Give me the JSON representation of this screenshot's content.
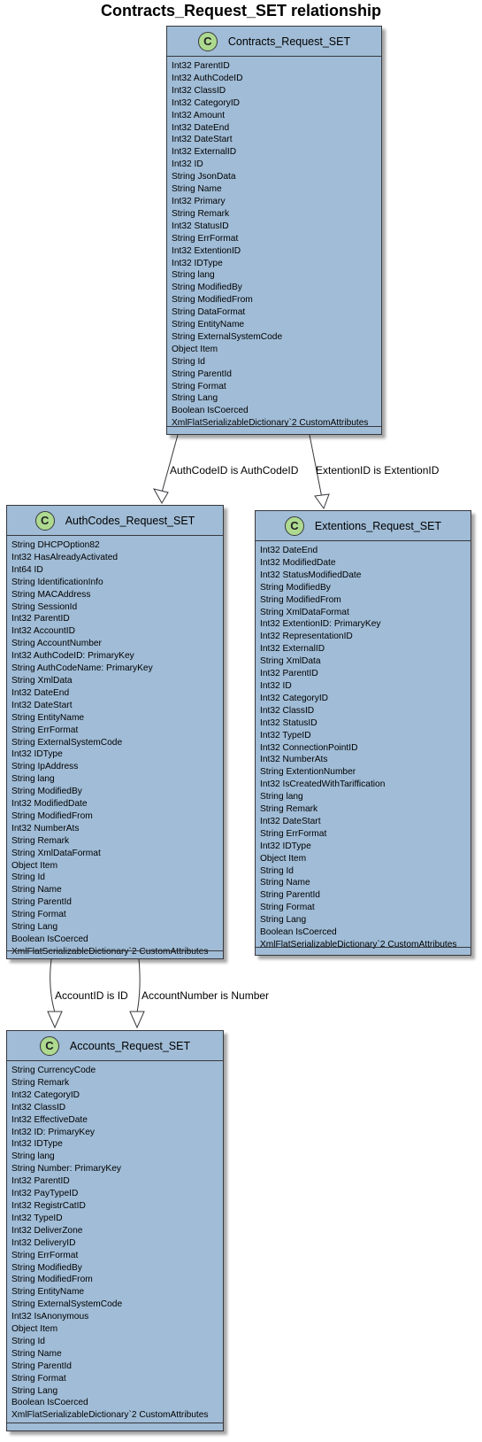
{
  "title": "Contracts_Request_SET relationship",
  "classes": {
    "contracts": {
      "name": "Contracts_Request_SET",
      "attributes": [
        "Int32 ParentID",
        "Int32 AuthCodeID",
        "Int32 ClassID",
        "Int32 CategoryID",
        "Int32 Amount",
        "Int32 DateEnd",
        "Int32 DateStart",
        "Int32 ExternalID",
        "Int32 ID",
        "String JsonData",
        "String Name",
        "Int32 Primary",
        "String Remark",
        "Int32 StatusID",
        "String ErrFormat",
        "Int32 ExtentionID",
        "Int32 IDType",
        "String lang",
        "String ModifiedBy",
        "String ModifiedFrom",
        "String DataFormat",
        "String EntityName",
        "String ExternalSystemCode",
        "Object Item",
        "String Id",
        "String ParentId",
        "String Format",
        "String Lang",
        "Boolean IsCoerced",
        "XmlFlatSerializableDictionary`2 CustomAttributes"
      ]
    },
    "authcodes": {
      "name": "AuthCodes_Request_SET",
      "attributes": [
        "String DHCPOption82",
        "Int32 HasAlreadyActivated",
        "Int64 ID",
        "String IdentificationInfo",
        "String MACAddress",
        "String SessionId",
        "Int32 ParentID",
        "Int32 AccountID",
        "String AccountNumber",
        "Int32 AuthCodeID: PrimaryKey",
        "String AuthCodeName: PrimaryKey",
        "String XmlData",
        "Int32 DateEnd",
        "Int32 DateStart",
        "String EntityName",
        "String ErrFormat",
        "String ExternalSystemCode",
        "Int32 IDType",
        "String IpAddress",
        "String lang",
        "String ModifiedBy",
        "Int32 ModifiedDate",
        "String ModifiedFrom",
        "Int32 NumberAts",
        "String Remark",
        "String XmlDataFormat",
        "Object Item",
        "String Id",
        "String Name",
        "String ParentId",
        "String Format",
        "String Lang",
        "Boolean IsCoerced",
        "XmlFlatSerializableDictionary`2 CustomAttributes"
      ]
    },
    "extentions": {
      "name": "Extentions_Request_SET",
      "attributes": [
        "Int32 DateEnd",
        "Int32 ModifiedDate",
        "Int32 StatusModifiedDate",
        "String ModifiedBy",
        "String ModifiedFrom",
        "String XmlDataFormat",
        "Int32 ExtentionID: PrimaryKey",
        "Int32 RepresentationID",
        "Int32 ExternalID",
        "String XmlData",
        "Int32 ParentID",
        "Int32 ID",
        "Int32 CategoryID",
        "Int32 ClassID",
        "Int32 StatusID",
        "Int32 TypeID",
        "Int32 ConnectionPointID",
        "Int32 NumberAts",
        "String ExtentionNumber",
        "Int32 IsCreatedWithTariffication",
        "String lang",
        "String Remark",
        "Int32 DateStart",
        "String ErrFormat",
        "Int32 IDType",
        "Object Item",
        "String Id",
        "String Name",
        "String ParentId",
        "String Format",
        "String Lang",
        "Boolean IsCoerced",
        "XmlFlatSerializableDictionary`2 CustomAttributes"
      ]
    },
    "accounts": {
      "name": "Accounts_Request_SET",
      "attributes": [
        "String CurrencyCode",
        "String Remark",
        "Int32 CategoryID",
        "Int32 ClassID",
        "Int32 EffectiveDate",
        "Int32 ID: PrimaryKey",
        "Int32 IDType",
        "String lang",
        "String Number: PrimaryKey",
        "Int32 ParentID",
        "Int32 PayTypeID",
        "Int32 RegistrCatID",
        "Int32 TypeID",
        "Int32 DeliverZone",
        "Int32 DeliveryID",
        "String ErrFormat",
        "String ModifiedBy",
        "String ModifiedFrom",
        "String EntityName",
        "String ExternalSystemCode",
        "Int32 IsAnonymous",
        "Object Item",
        "String Id",
        "String Name",
        "String ParentId",
        "String Format",
        "String Lang",
        "Boolean IsCoerced",
        "XmlFlatSerializableDictionary`2 CustomAttributes"
      ]
    }
  },
  "relations": [
    {
      "label": "AuthCodeID is AuthCodeID"
    },
    {
      "label": "ExtentionID is ExtentionID"
    },
    {
      "label": "AccountID is ID"
    },
    {
      "label": "AccountNumber is Number"
    }
  ]
}
